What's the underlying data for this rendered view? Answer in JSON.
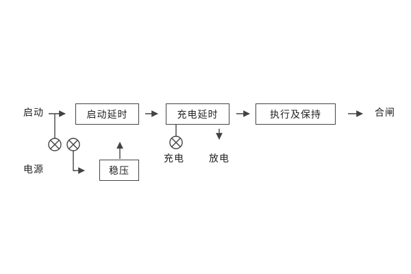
{
  "diagram": {
    "description": "relay operating logic flow diagram",
    "boxes": {
      "start_delay": "启动延时",
      "charge_delay": "充电延时",
      "execute_hold": "执行及保持",
      "voltage_reg": "稳压"
    },
    "labels": {
      "start": "启动",
      "power": "电源",
      "charge": "充电",
      "discharge": "放电",
      "close": "合闸"
    },
    "colors": {
      "line": "#424242",
      "text": "#1f1f1f",
      "background": "#ffffff"
    }
  }
}
